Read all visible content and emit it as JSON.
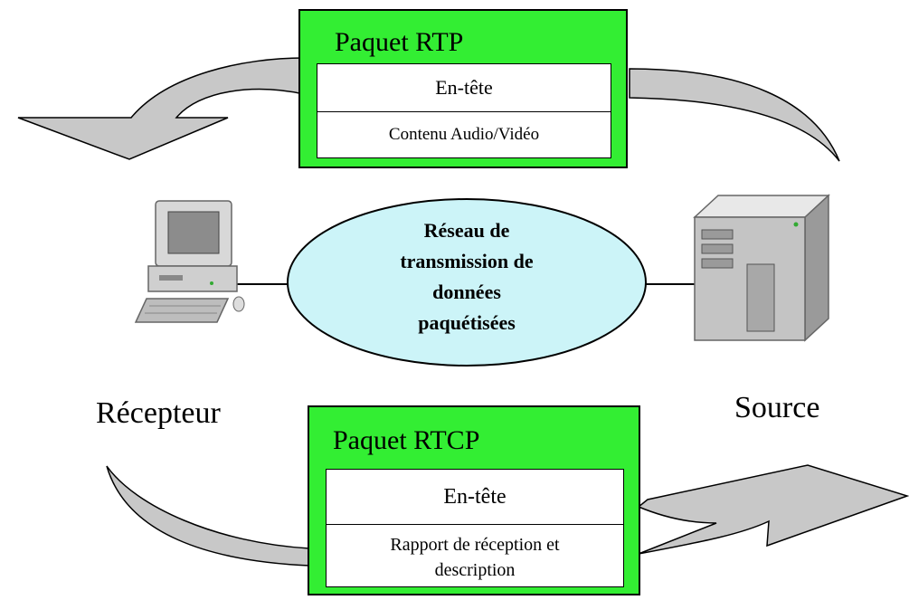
{
  "rtp_packet": {
    "title": "Paquet RTP",
    "header": "En-tête",
    "payload": "Contenu Audio/Vidéo"
  },
  "rtcp_packet": {
    "title": "Paquet RTCP",
    "header": "En-tête",
    "payload_line1": "Rapport de réception et",
    "payload_line2": "description"
  },
  "network": {
    "line1": "Réseau de",
    "line2": "transmission de",
    "line3": "données",
    "line4": "paquétisées"
  },
  "receiver_label": "Récepteur",
  "source_label": "Source",
  "colors": {
    "packet_fill": "#33ee33",
    "network_fill": "#ccf4f8",
    "arrow_fill": "#c8c8c8"
  }
}
